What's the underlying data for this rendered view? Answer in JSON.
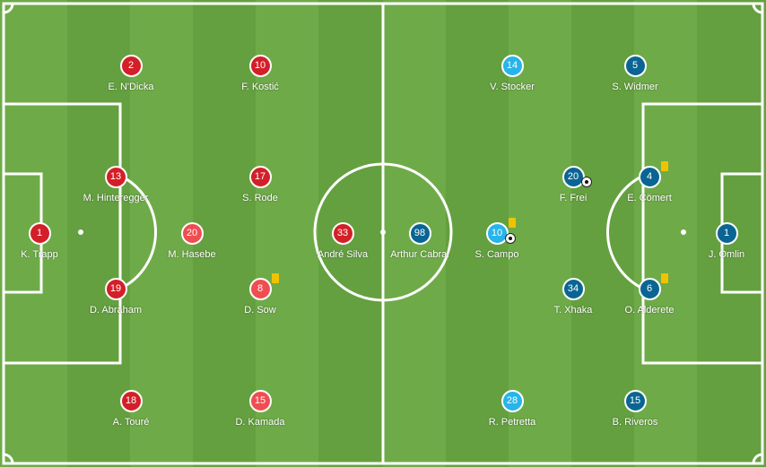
{
  "colors": {
    "home_dark": "#d31f28",
    "home_light": "#f04d50",
    "away_dark": "#0a6593",
    "away_light": "#27b4ea",
    "card": "#f2c200"
  },
  "home": {
    "players": [
      {
        "num": "1",
        "name": "K. Trapp",
        "shade": "dark",
        "card": false,
        "goal": false
      },
      {
        "num": "2",
        "name": "E. N'Dicka",
        "shade": "dark",
        "card": false,
        "goal": false
      },
      {
        "num": "13",
        "name": "M. Hinteregger",
        "shade": "dark",
        "card": false,
        "goal": false
      },
      {
        "num": "19",
        "name": "D. Abraham",
        "shade": "dark",
        "card": false,
        "goal": false
      },
      {
        "num": "18",
        "name": "A. Touré",
        "shade": "dark",
        "card": false,
        "goal": false
      },
      {
        "num": "20",
        "name": "M. Hasebe",
        "shade": "light",
        "card": false,
        "goal": false
      },
      {
        "num": "10",
        "name": "F. Kostić",
        "shade": "dark",
        "card": false,
        "goal": false
      },
      {
        "num": "17",
        "name": "S. Rode",
        "shade": "dark",
        "card": false,
        "goal": false
      },
      {
        "num": "8",
        "name": "D. Sow",
        "shade": "light",
        "card": true,
        "goal": false
      },
      {
        "num": "15",
        "name": "D. Kamada",
        "shade": "light",
        "card": false,
        "goal": false
      },
      {
        "num": "33",
        "name": "André Silva",
        "shade": "dark",
        "card": false,
        "goal": false
      }
    ]
  },
  "away": {
    "players": [
      {
        "num": "98",
        "name": "Arthur Cabral",
        "shade": "dark",
        "card": false,
        "goal": false
      },
      {
        "num": "14",
        "name": "V. Stocker",
        "shade": "light",
        "card": false,
        "goal": false
      },
      {
        "num": "10",
        "name": "S. Campo",
        "shade": "light",
        "card": true,
        "goal": true
      },
      {
        "num": "28",
        "name": "R. Petretta",
        "shade": "light",
        "card": false,
        "goal": false
      },
      {
        "num": "5",
        "name": "S. Widmer",
        "shade": "dark",
        "card": false,
        "goal": false
      },
      {
        "num": "20",
        "name": "F. Frei",
        "shade": "dark",
        "card": false,
        "goal": true
      },
      {
        "num": "34",
        "name": "T. Xhaka",
        "shade": "dark",
        "card": false,
        "goal": false
      },
      {
        "num": "15",
        "name": "B. Riveros",
        "shade": "dark",
        "card": false,
        "goal": false
      },
      {
        "num": "4",
        "name": "E. Cömert",
        "shade": "dark",
        "card": true,
        "goal": false
      },
      {
        "num": "6",
        "name": "O. Alderete",
        "shade": "dark",
        "card": true,
        "goal": false
      },
      {
        "num": "1",
        "name": "J. Omlin",
        "shade": "dark",
        "card": false,
        "goal": false
      }
    ]
  }
}
